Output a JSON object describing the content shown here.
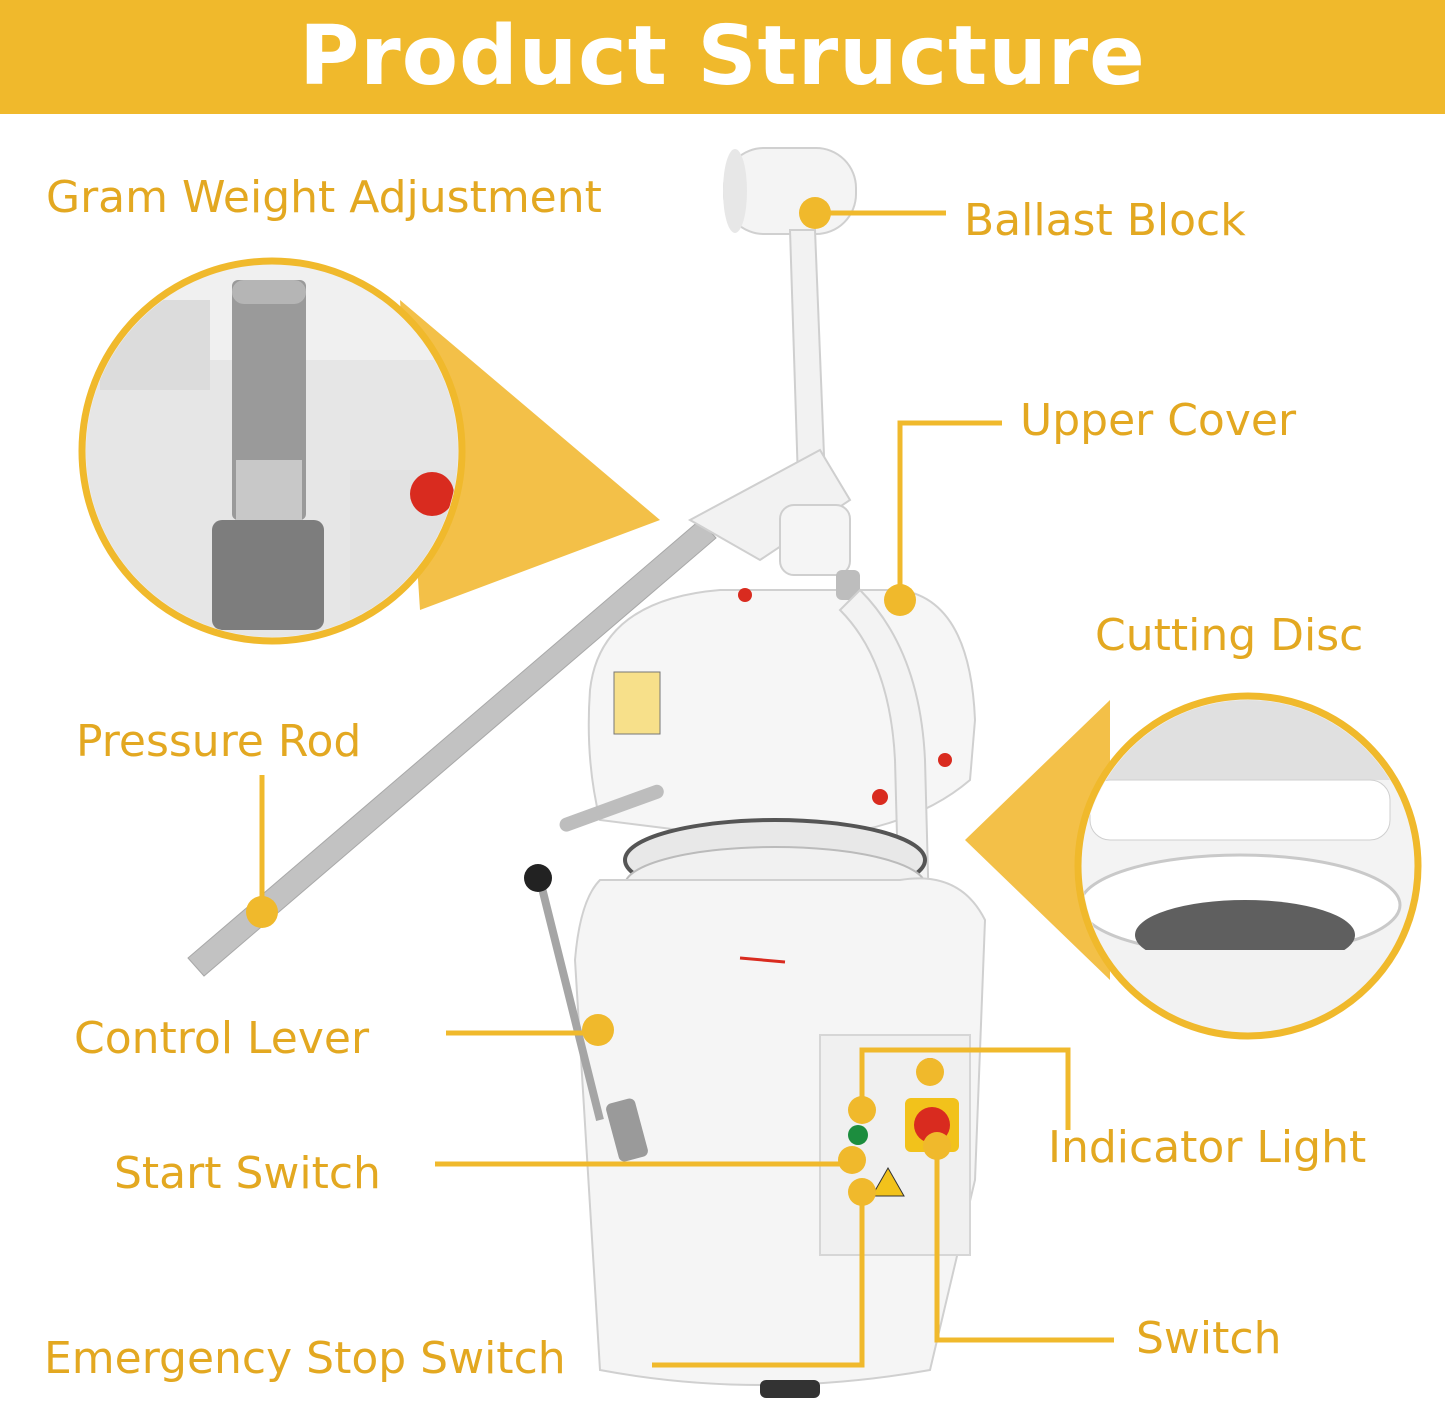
{
  "header": {
    "title": "Product Structure"
  },
  "labels": {
    "gram_weight": "Gram Weight Adjustment",
    "ballast_block": "Ballast Block",
    "upper_cover": "Upper Cover",
    "cutting_disc": "Cutting Disc",
    "pressure_rod": "Pressure Rod",
    "control_lever": "Control Lever",
    "indicator_light": "Indicator Light",
    "start_switch": "Start Switch",
    "switch": "Switch",
    "emergency_stop": "Emergency Stop Switch"
  },
  "colors": {
    "banner": "#f0b92c",
    "label_text": "#e3a821",
    "callout": "#f0b92c",
    "machine_body": "#f4f4f4"
  }
}
